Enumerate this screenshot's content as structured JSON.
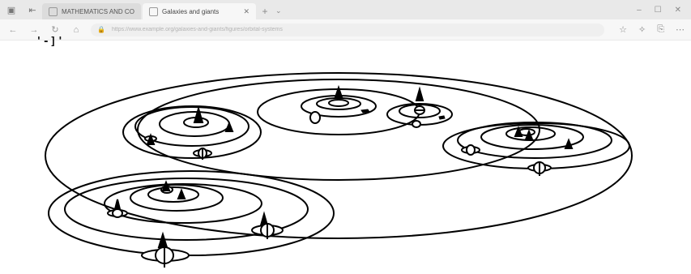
{
  "browser": {
    "tabs": [
      {
        "label": "MATHEMATICS AND COMPU",
        "active": false
      },
      {
        "label": "Galaxies and giants",
        "active": true
      }
    ],
    "url": "https://www.example.org/galaxies-and-giants/figures/orbital-systems"
  },
  "page": {
    "glyph": "'-]'"
  },
  "icons": {
    "back": "back-arrow-icon",
    "forward": "forward-arrow-icon",
    "refresh": "refresh-icon",
    "home": "home-icon",
    "favorite": "favorite-star-icon",
    "reading": "reading-list-icon",
    "share": "share-icon",
    "more": "more-icon"
  },
  "colors": {
    "line": "#000000",
    "tab_strip": "#e9e9e9",
    "active_tab": "#f7f7f7"
  }
}
